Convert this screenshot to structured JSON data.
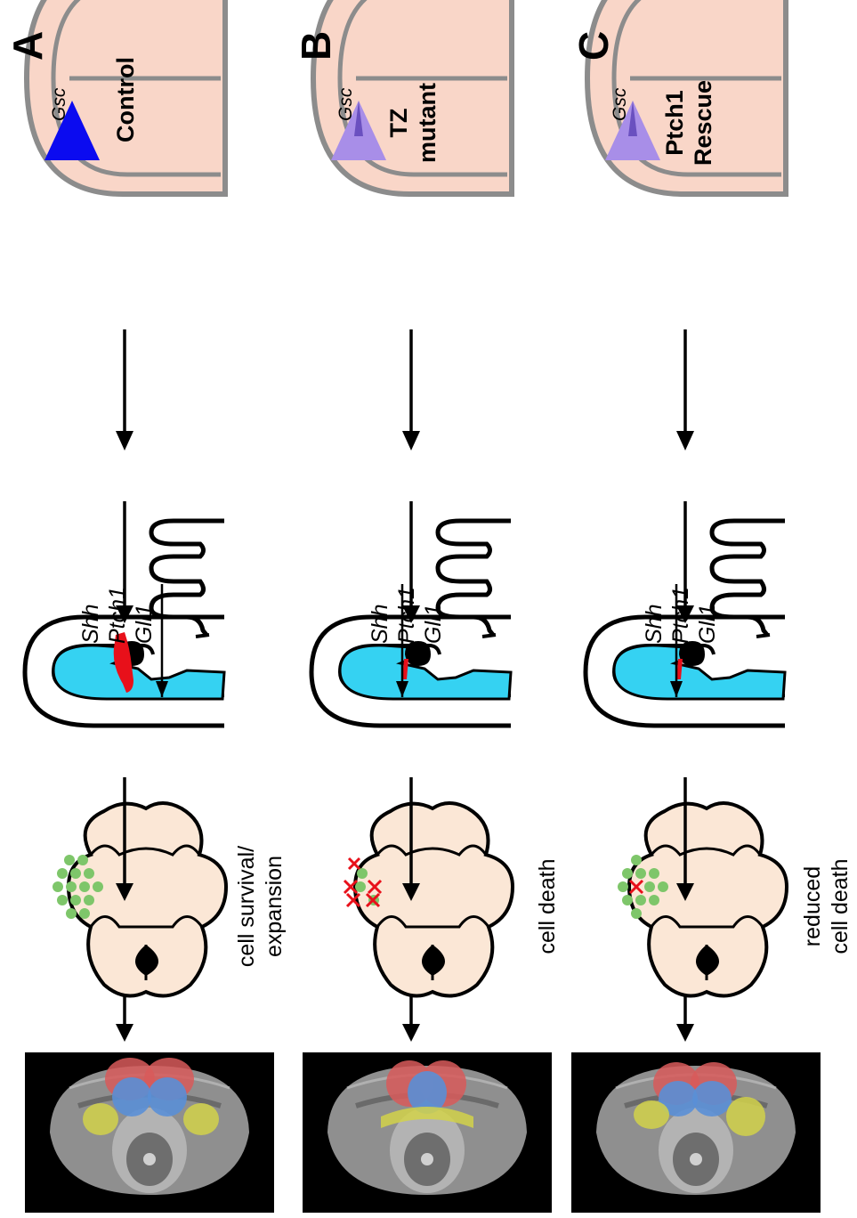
{
  "rows": [
    {
      "letter": "A",
      "condition_line1": "Control",
      "condition_line2": "",
      "gsc_label": "Gsc",
      "genes": [
        "Shh",
        "Ptch1",
        "Gli1"
      ],
      "signal_direction": "up",
      "outcome_line1": "cell survival/",
      "outcome_line2": "expansion"
    },
    {
      "letter": "B",
      "condition_line1": "TZ",
      "condition_line2": "mutant",
      "gsc_label": "Gsc",
      "genes": [
        "Shh",
        "Ptch1",
        "Gli1"
      ],
      "signal_direction": "down",
      "outcome_line1": "cell death",
      "outcome_line2": ""
    },
    {
      "letter": "C",
      "condition_line1": "Ptch1",
      "condition_line2": "Rescue",
      "gsc_label": "Gsc",
      "genes": [
        "Shh",
        "Ptch1",
        "Gli1"
      ],
      "signal_direction": "down",
      "outcome_line1": "reduced",
      "outcome_line2": "cell death"
    }
  ],
  "colors": {
    "embryo_fill": "#f9d6c8",
    "embryo_outline": "#8c8c8c",
    "gsc_strong": "#0b0bf0",
    "gsc_weak": "#a88ee8",
    "neural_tube": "#35d2f2",
    "shh_domain": "#e8101a",
    "face_fill": "#fbe7d6",
    "cell_green": "#7ec66a",
    "death_x": "#e8101a",
    "sem_red": "#d85a5a",
    "sem_blue": "#5a8fd6",
    "sem_yellow": "#d2d24a"
  }
}
